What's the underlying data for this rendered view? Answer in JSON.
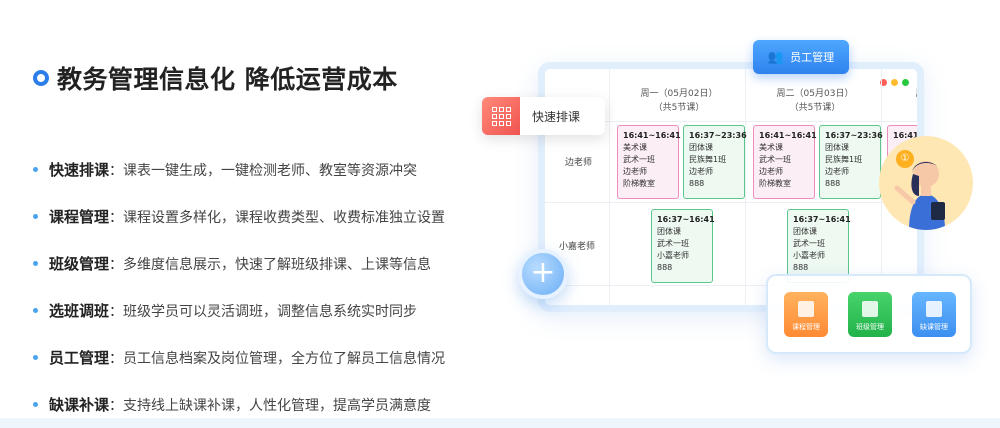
{
  "heading": {
    "title": "教务管理信息化 降低运营成本"
  },
  "features": [
    {
      "name": "快速排课",
      "colon": "：",
      "desc": "课表一键生成，一键检测老师、教室等资源冲突"
    },
    {
      "name": "课程管理",
      "colon": "：",
      "desc": "课程设置多样化，课程收费类型、收费标准独立设置"
    },
    {
      "name": "班级管理",
      "colon": "：",
      "desc": "多维度信息展示，快速了解班级排课、上课等信息"
    },
    {
      "name": "选班调班",
      "colon": "：",
      "desc": "班级学员可以灵活调班，调整信息系统实时同步"
    },
    {
      "name": "员工管理",
      "colon": "：",
      "desc": "员工信息档案及岗位管理，全方位了解员工信息情况"
    },
    {
      "name": "缺课补课",
      "colon": "：",
      "desc": "支持线上缺课补课，人性化管理，提高学员满意度"
    }
  ],
  "illustration": {
    "schedule_tab": "快速排课",
    "staff_tab": "员工管理",
    "columns": [
      {
        "day": "周一（05月02日）",
        "count": "（共5节课）"
      },
      {
        "day": "周二（05月03日）",
        "count": "（共5节课）"
      },
      {
        "day": "周",
        "count": ""
      }
    ],
    "rows": [
      "边老师",
      "小嘉老师"
    ],
    "lessons": [
      {
        "time": "16:41~16:41",
        "l2": "美术课",
        "l3": "武术一班",
        "l4": "边老师",
        "l5": "阶梯教室"
      },
      {
        "time": "16:37~23:36",
        "l2": "团体课",
        "l3": "民族舞1班",
        "l4": "边老师",
        "l5": "888"
      },
      {
        "time": "16:41~16:41",
        "l2": "美术课",
        "l3": "武术一班",
        "l4": "边老师",
        "l5": "阶梯教室"
      },
      {
        "time": "16:37~23:36",
        "l2": "团体课",
        "l3": "民族舞1班",
        "l4": "边老师",
        "l5": "888"
      },
      {
        "time": "16:41~",
        "l2": "",
        "l3": "",
        "l4": "",
        "l5": ""
      },
      {
        "time": "16:37~16:41",
        "l2": "团体课",
        "l3": "武术一班",
        "l4": "小嘉老师",
        "l5": "888"
      },
      {
        "time": "16:37~16:41",
        "l2": "团体课",
        "l3": "武术一班",
        "l4": "小嘉老师",
        "l5": "888"
      }
    ],
    "avatar_badge": "①",
    "modules": [
      "课程管理",
      "班级管理",
      "缺课管理"
    ],
    "colors": {
      "accent": "#2b7de9",
      "pink": "#ea8dbf",
      "green": "#5cc78b"
    }
  }
}
